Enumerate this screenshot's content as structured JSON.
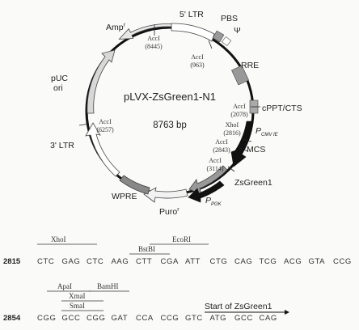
{
  "plasmid": {
    "name": "pLVX-ZsGreen1-N1",
    "size": "8763 bp"
  },
  "features": {
    "ltr5": "5' LTR",
    "pbs": "PBS",
    "psi": "Ψ",
    "rre": "RRE",
    "cppt": "cPPT/CTS",
    "pcmv_main": "P",
    "pcmv_sub": "CMV IE",
    "mcs": "MCS",
    "zsgreen": "ZsGreen1",
    "ppgk_main": "P",
    "ppgk_sub": "PGK",
    "puro_main": "Puro",
    "puro_sup": "r",
    "wpre": "WPRE",
    "ltr3": "3' LTR",
    "puc1": "pUC",
    "puc2": "ori",
    "amp_main": "Amp",
    "amp_sup": "r"
  },
  "sites": [
    {
      "enzyme": "AccI",
      "pos": "(8445)"
    },
    {
      "enzyme": "AccI",
      "pos": "(963)"
    },
    {
      "enzyme": "AccI",
      "pos": "(2078)"
    },
    {
      "enzyme": "XhoI",
      "pos": "(2816)"
    },
    {
      "enzyme": "AccI",
      "pos": "(2843)"
    },
    {
      "enzyme": "AccI",
      "pos": "(3114)"
    },
    {
      "enzyme": "AccI",
      "pos": "(6257)"
    }
  ],
  "sequence": {
    "row1": {
      "position": "2815",
      "codons": [
        "CTC",
        "GAG",
        "CTC",
        "AAG",
        "CTT",
        "CGA",
        "ATT",
        "CTG",
        "CAG",
        "TCG",
        "ACG",
        "GTA",
        "CCG"
      ],
      "enzymes": [
        "XhoI",
        "BstBI",
        "EcoRI"
      ]
    },
    "row2": {
      "position": "2854",
      "codons": [
        "CGG",
        "GCC",
        "CGG",
        "GAT",
        "CCA",
        "CCG",
        "GTC",
        "ATG",
        "GCC",
        "CAG"
      ],
      "enzymes": [
        "ApaI",
        "BamHI",
        "XmaI",
        "SmaI"
      ],
      "start_label": "Start of ZsGreen1"
    }
  }
}
